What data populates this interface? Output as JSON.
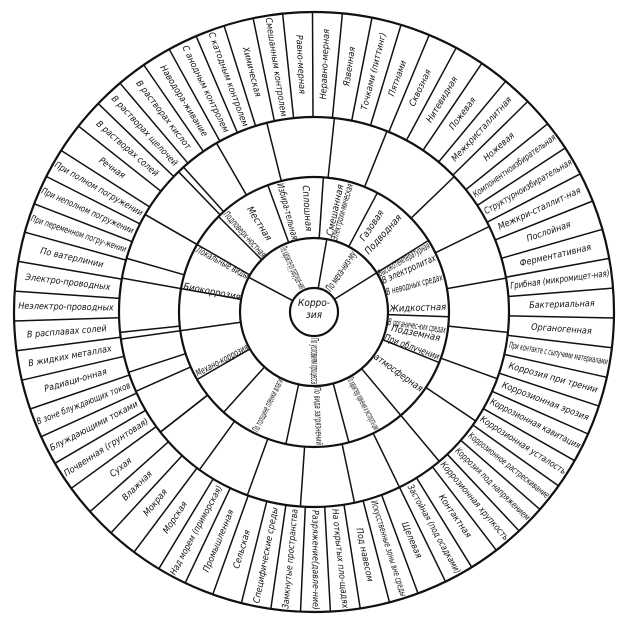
{
  "center": {
    "l1": "Корро-",
    "l2": "зия"
  },
  "level1": [
    {
      "id": "p1",
      "text": "По характе-ру разруше-ния"
    },
    {
      "id": "p2",
      "text": "По меха-низ-му"
    },
    {
      "id": "p3",
      "text": "По условиям процесса"
    }
  ],
  "level2": [
    {
      "id": "s1",
      "text": "Сплошная"
    },
    {
      "id": "s2",
      "text": "Местная"
    },
    {
      "id": "s3",
      "text": "Локальные виды"
    },
    {
      "id": "s4",
      "text": "Электрохи-мическая"
    },
    {
      "id": "s5",
      "text": "Подводная"
    },
    {
      "id": "s6",
      "text": "В неводных средах"
    },
    {
      "id": "s7",
      "text": "Подземная"
    },
    {
      "id": "s8",
      "text": "атмосферная"
    },
    {
      "id": "s9",
      "text": "По характеру хранения и эксплуата-ции"
    },
    {
      "id": "s10",
      "text": "По вида загрязнений"
    },
    {
      "id": "s11",
      "text": "По толщине пленки влаги"
    },
    {
      "id": "s12",
      "text": "Механо-коррозия"
    },
    {
      "id": "s13",
      "text": "Биокоррозия"
    },
    {
      "id": "s14",
      "text": "Подповерх-ностная"
    },
    {
      "id": "s15",
      "text": "Избира-тельная"
    },
    {
      "id": "s16",
      "text": "Высокотемпературная"
    },
    {
      "id": "s17",
      "text": "В электролитах"
    },
    {
      "id": "s18",
      "text": "Жидкостная"
    },
    {
      "id": "s19",
      "text": "При облучении"
    },
    {
      "id": "s20",
      "text": "В органичес-ких средах"
    },
    {
      "id": "s21",
      "text": "Газовая"
    },
    {
      "id": "s22",
      "text": "Смешанная"
    }
  ],
  "level3": [
    {
      "id": "t1",
      "text": "Равно-мерная"
    },
    {
      "id": "t2",
      "text": "Неравно-мерная"
    },
    {
      "id": "t3",
      "text": "Язвенная"
    },
    {
      "id": "t4",
      "text": "Точками (питтинг)"
    },
    {
      "id": "t5",
      "text": "Пятнами"
    },
    {
      "id": "t6",
      "text": "Сквозная"
    },
    {
      "id": "t7",
      "text": "Нитевидная"
    },
    {
      "id": "t8",
      "text": "Пожевая"
    },
    {
      "id": "t9",
      "text": "Межкристаллитная"
    },
    {
      "id": "t10",
      "text": "Ножевая"
    },
    {
      "id": "t11",
      "text": "Компонентноизбирательная"
    },
    {
      "id": "t12",
      "text": "Структурноизбирательная"
    },
    {
      "id": "t13",
      "text": "Межкри-сталлит-ная"
    },
    {
      "id": "t14",
      "text": "Послойная"
    },
    {
      "id": "t15",
      "text": "Ферментативная"
    },
    {
      "id": "t16",
      "text": "Грибная (микромицет-ная)"
    },
    {
      "id": "t17",
      "text": "Бактериальная"
    },
    {
      "id": "t18",
      "text": "Органогенная"
    },
    {
      "id": "t19",
      "text": "При контакте с сыпучими материалами"
    },
    {
      "id": "t20",
      "text": "Коррозия при трении"
    },
    {
      "id": "t21",
      "text": "Коррозионная эрозия"
    },
    {
      "id": "t22",
      "text": "Коррозионная кавитация"
    },
    {
      "id": "t23",
      "text": "Коррозионная усталость"
    },
    {
      "id": "t24",
      "text": "Коррозионное растрескивание"
    },
    {
      "id": "t25",
      "text": "Коррозия под напряжением"
    },
    {
      "id": "t26",
      "text": "Коррозионная хрупкость"
    },
    {
      "id": "t27",
      "text": "Контактная"
    },
    {
      "id": "t28",
      "text": "Застойная (под осадками)"
    },
    {
      "id": "t29",
      "text": "Щелевая"
    },
    {
      "id": "t30",
      "text": "Искусственные зоны вне среды"
    },
    {
      "id": "t31",
      "text": "Под навесом"
    },
    {
      "id": "t32",
      "text": "На открытых пло-щадях"
    },
    {
      "id": "t33",
      "text": "Разряжение(давле-ние)"
    },
    {
      "id": "t34",
      "text": "Замкнутые пространства"
    },
    {
      "id": "t35",
      "text": "Специфические среды"
    },
    {
      "id": "t36",
      "text": "Сельская"
    },
    {
      "id": "t37",
      "text": "Промышленная"
    },
    {
      "id": "t38",
      "text": "Над морем (приморская)"
    },
    {
      "id": "t39",
      "text": "Морская"
    },
    {
      "id": "t40",
      "text": "Мокрая"
    },
    {
      "id": "t41",
      "text": "Влажная"
    },
    {
      "id": "t42",
      "text": "Сухая"
    },
    {
      "id": "t43",
      "text": "Почвенная (грунтовая)"
    },
    {
      "id": "t44",
      "text": "Блуждающими токами"
    },
    {
      "id": "t45",
      "text": "В зоне блуждающих токов"
    },
    {
      "id": "t46",
      "text": "Радиаци-онная"
    },
    {
      "id": "t47",
      "text": "В жидких металлах"
    },
    {
      "id": "t48",
      "text": "В расплавах солей"
    },
    {
      "id": "t49",
      "text": "Неэлектро-проводных"
    },
    {
      "id": "t50",
      "text": "Электро-проводных"
    },
    {
      "id": "t51",
      "text": "По ватерлинии"
    },
    {
      "id": "t52",
      "text": "При переменном погру-жении"
    },
    {
      "id": "t53",
      "text": "При неполном погружении"
    },
    {
      "id": "t54",
      "text": "При полном погружении"
    },
    {
      "id": "t55",
      "text": "Речная"
    },
    {
      "id": "t56",
      "text": "В растворах солей"
    },
    {
      "id": "t57",
      "text": "В растворах щелочей"
    },
    {
      "id": "t58",
      "text": "В растворах кислот"
    },
    {
      "id": "t59",
      "text": "Наводора-живание"
    },
    {
      "id": "t60",
      "text": "С анодным контролем"
    },
    {
      "id": "t61",
      "text": "С катодным контролем"
    },
    {
      "id": "t62",
      "text": "Химическая"
    },
    {
      "id": "t63",
      "text": "Смешанным контролем"
    }
  ]
}
